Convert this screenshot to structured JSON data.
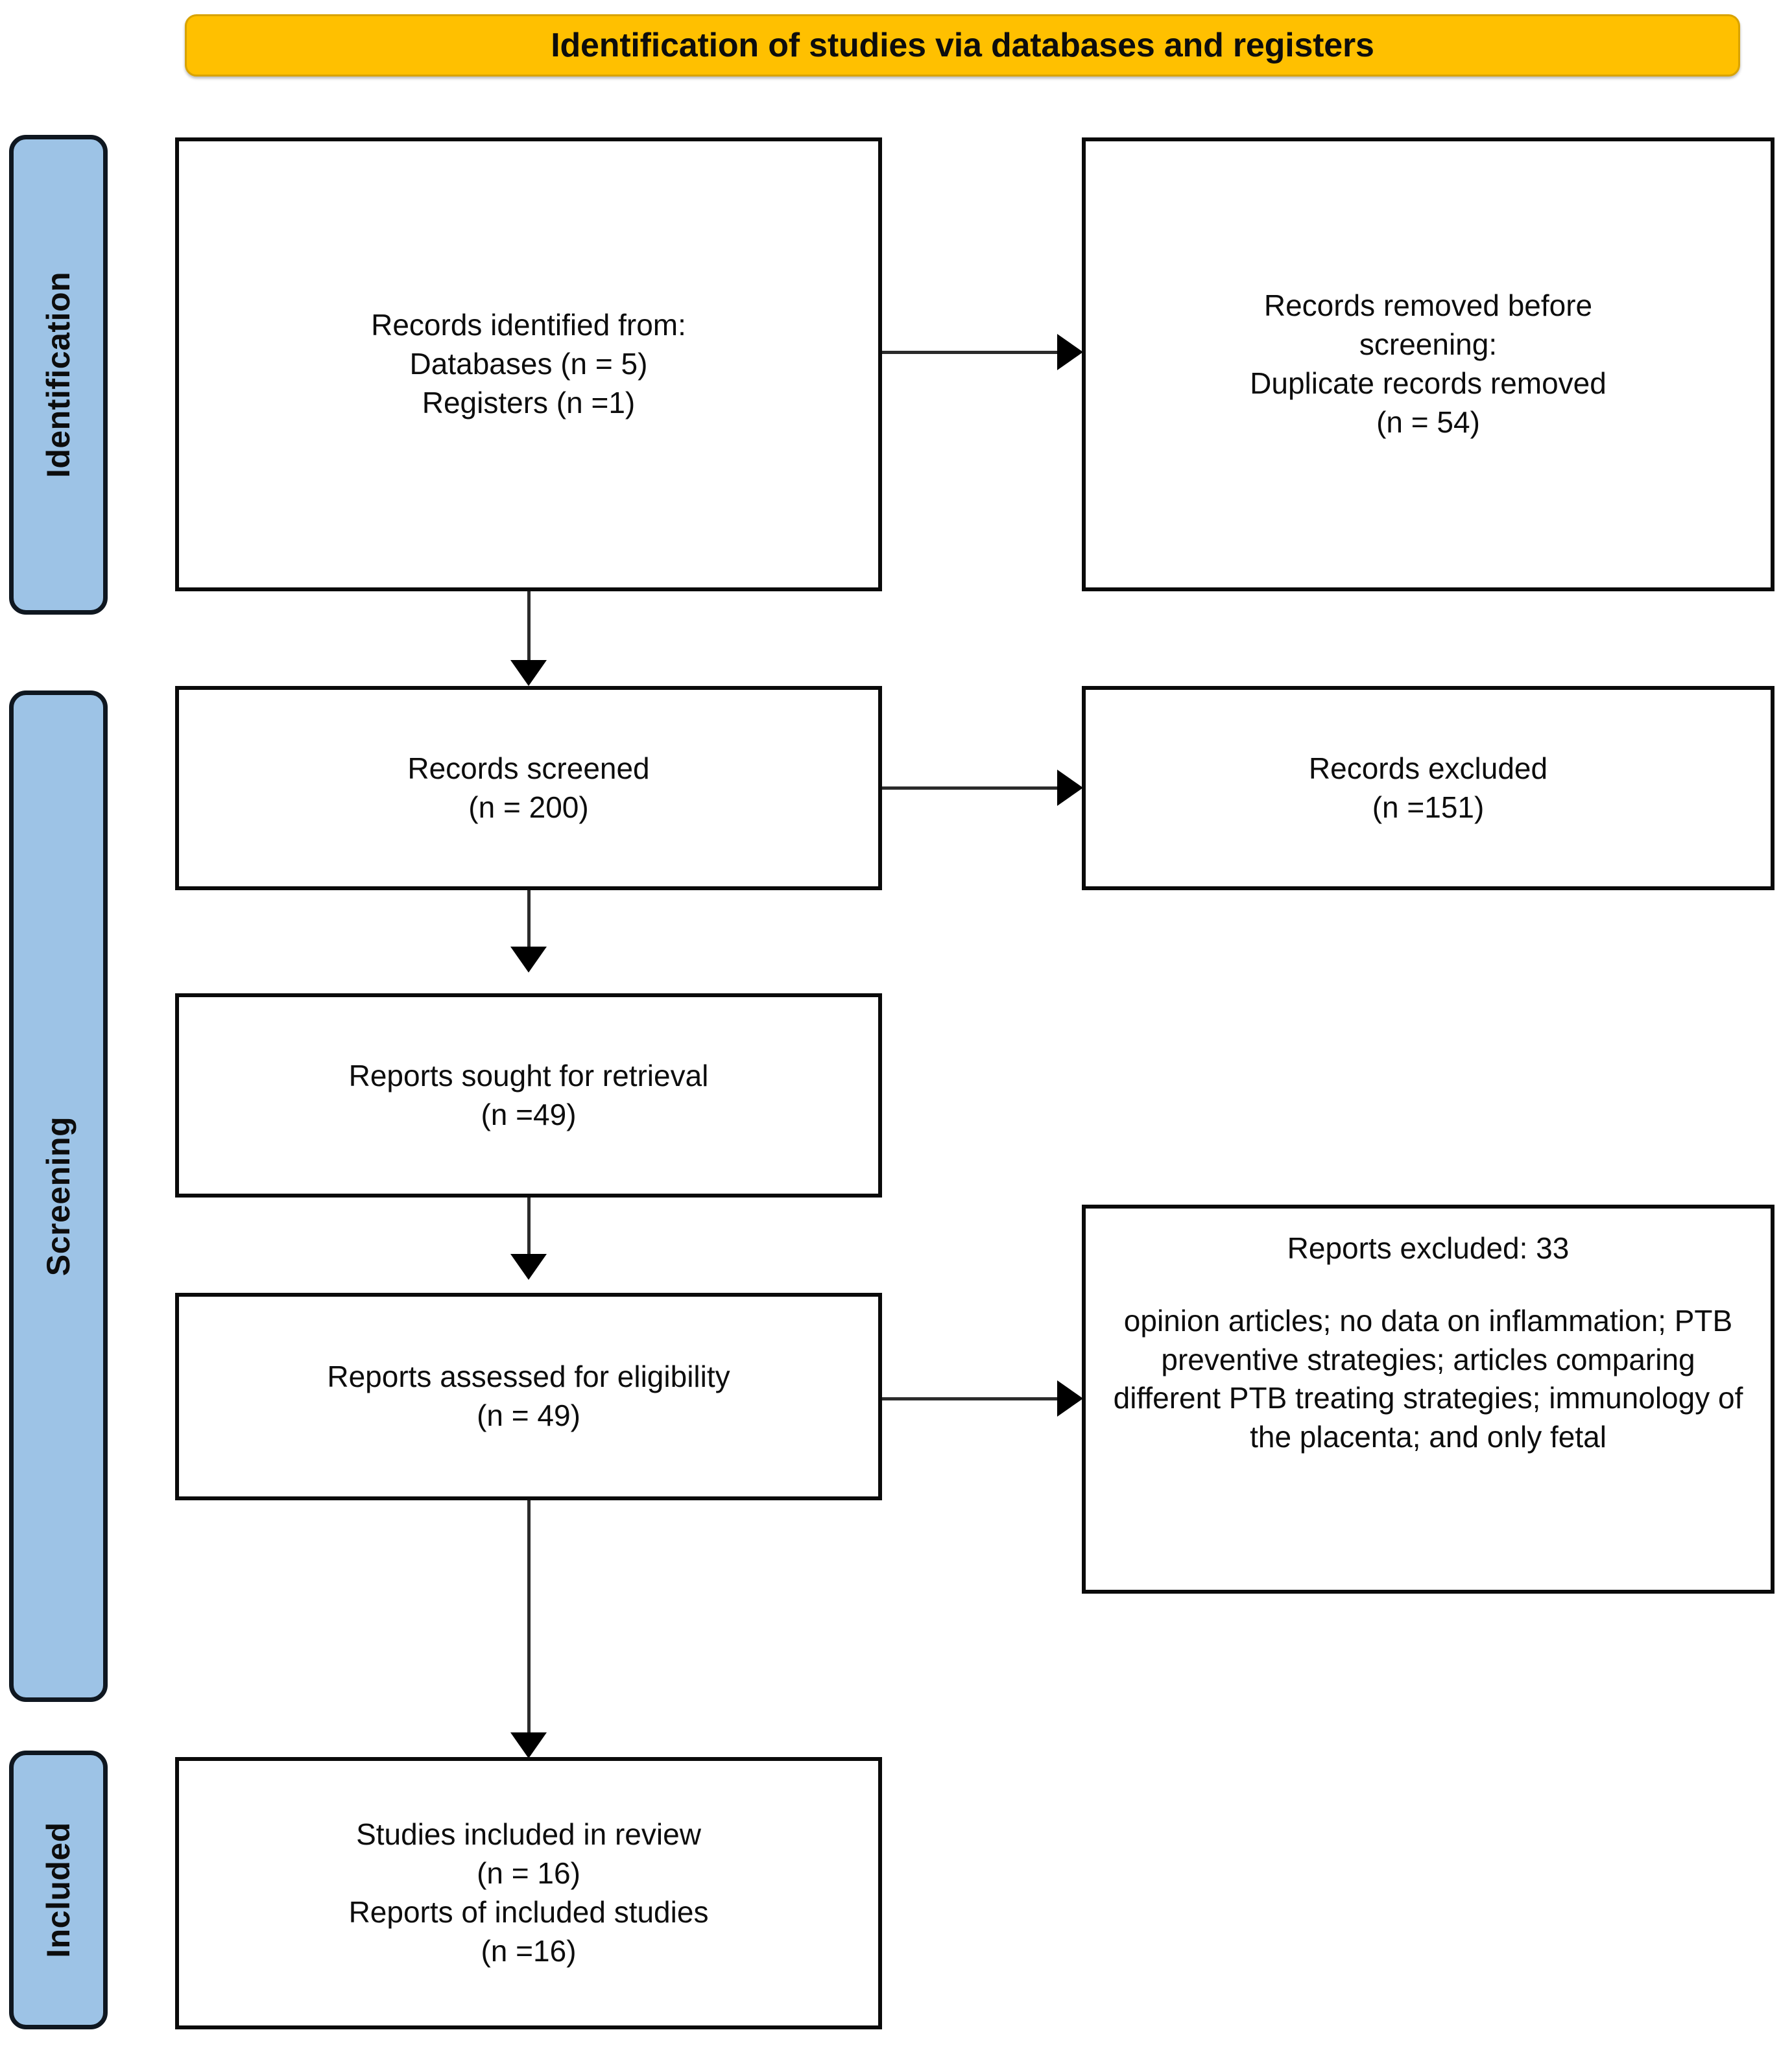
{
  "header": {
    "title": "Identification of studies via databases and registers",
    "banner_color": "#FFC000"
  },
  "stages": {
    "identification": "Identification",
    "screening": "Screening",
    "included": "Included",
    "tab_color": "#9DC3E6"
  },
  "boxes": {
    "records_identified": {
      "line1": "Records identified from:",
      "line2": "Databases (n = 5)",
      "line3": "Registers (n =1)"
    },
    "records_removed": {
      "line1": "Records removed ",
      "line1_italic": "before",
      "line2_italic": "screening",
      "line2_colon": ":",
      "line3": "Duplicate records removed",
      "line4": "(n = 54)"
    },
    "records_screened": {
      "line1": "Records screened",
      "line2": "(n = 200)"
    },
    "records_excluded": {
      "line1": "Records excluded",
      "line2": "(n =151)"
    },
    "reports_sought": {
      "line1": "Reports sought for retrieval",
      "line2": "(n =49)"
    },
    "reports_assessed": {
      "line1": "Reports assessed for eligibility",
      "line2": "(n = 49)"
    },
    "reports_excluded": {
      "heading": "Reports excluded: 33",
      "reasons": "opinion articles; no data on inflammation; PTB preventive strategies; articles comparing different PTB treating strategies; immunology of the placenta; and only fetal"
    },
    "studies_included": {
      "line1": "Studies included in review",
      "line2": "(n = 16)",
      "line3": "Reports of included studies",
      "line4": "(n =16)"
    }
  }
}
